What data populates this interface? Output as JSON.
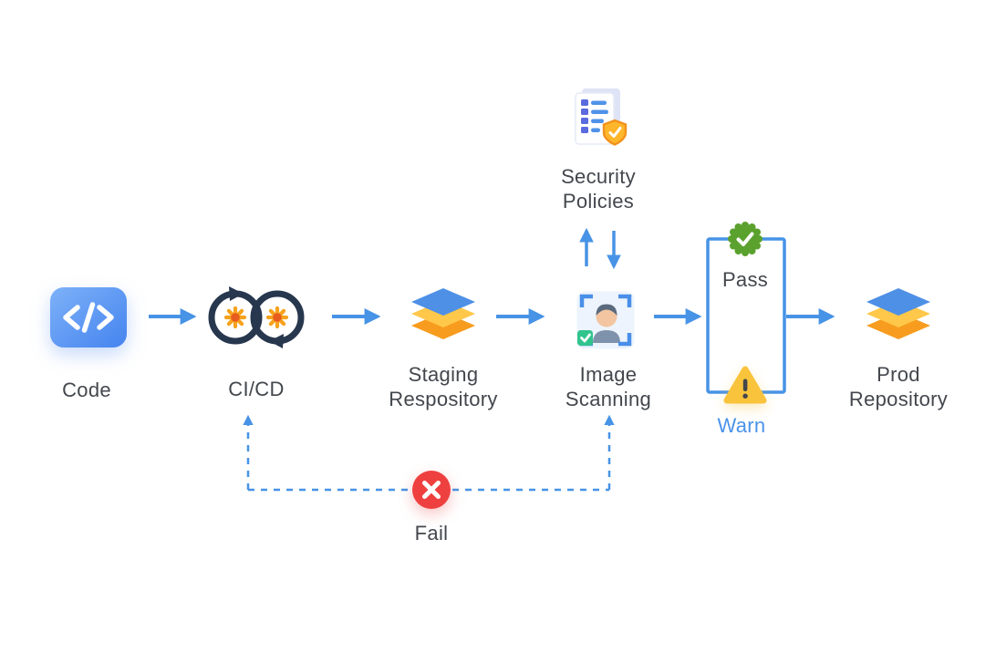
{
  "diagram": {
    "nodes": {
      "code": {
        "label": "Code",
        "icon": "code-brackets"
      },
      "cicd": {
        "label": "CI/CD",
        "icon": "infinity-loop-gears"
      },
      "staging": {
        "label1": "Staging",
        "label2": "Respository",
        "icon": "layer-stack"
      },
      "image_scanning": {
        "label1": "Image",
        "label2": "Scanning",
        "icon": "face-scan-frame"
      },
      "security_policies": {
        "label1": "Security",
        "label2": "Policies",
        "icon": "policy-document-shield"
      },
      "prod": {
        "label1": "Prod",
        "label2": "Repository",
        "icon": "layer-stack"
      }
    },
    "outcomes": {
      "pass": {
        "label": "Pass",
        "icon": "green-check-seal"
      },
      "warn": {
        "label": "Warn",
        "icon": "yellow-warning-triangle"
      },
      "fail": {
        "label": "Fail",
        "icon": "red-x-circle"
      }
    },
    "edges": [
      {
        "from": "code",
        "to": "cicd",
        "style": "solid-arrow"
      },
      {
        "from": "cicd",
        "to": "staging",
        "style": "solid-arrow"
      },
      {
        "from": "staging",
        "to": "image_scanning",
        "style": "solid-arrow"
      },
      {
        "from": "image_scanning",
        "to": "security_policies",
        "style": "bidirectional-arrows"
      },
      {
        "from": "image_scanning",
        "to": "pass_warn_gate",
        "style": "solid-arrow"
      },
      {
        "from": "pass_warn_gate",
        "to": "prod",
        "style": "solid-arrow"
      },
      {
        "from": "image_scanning",
        "to": "cicd",
        "style": "dashed-arrow",
        "via": "fail"
      }
    ],
    "colors": {
      "arrow": "#4793e6",
      "text": "#43474d",
      "warn_text": "#4a93e8",
      "pass_green": "#5ba12d",
      "warn_yellow": "#f9c33c",
      "fail_red": "#ef4040",
      "cicd_navy": "#27374e",
      "gear_orange": "#f6a21d",
      "layer_blue": "#4e90e6",
      "layer_yellow": "#ffc84a",
      "layer_orange": "#f79c1e"
    }
  }
}
